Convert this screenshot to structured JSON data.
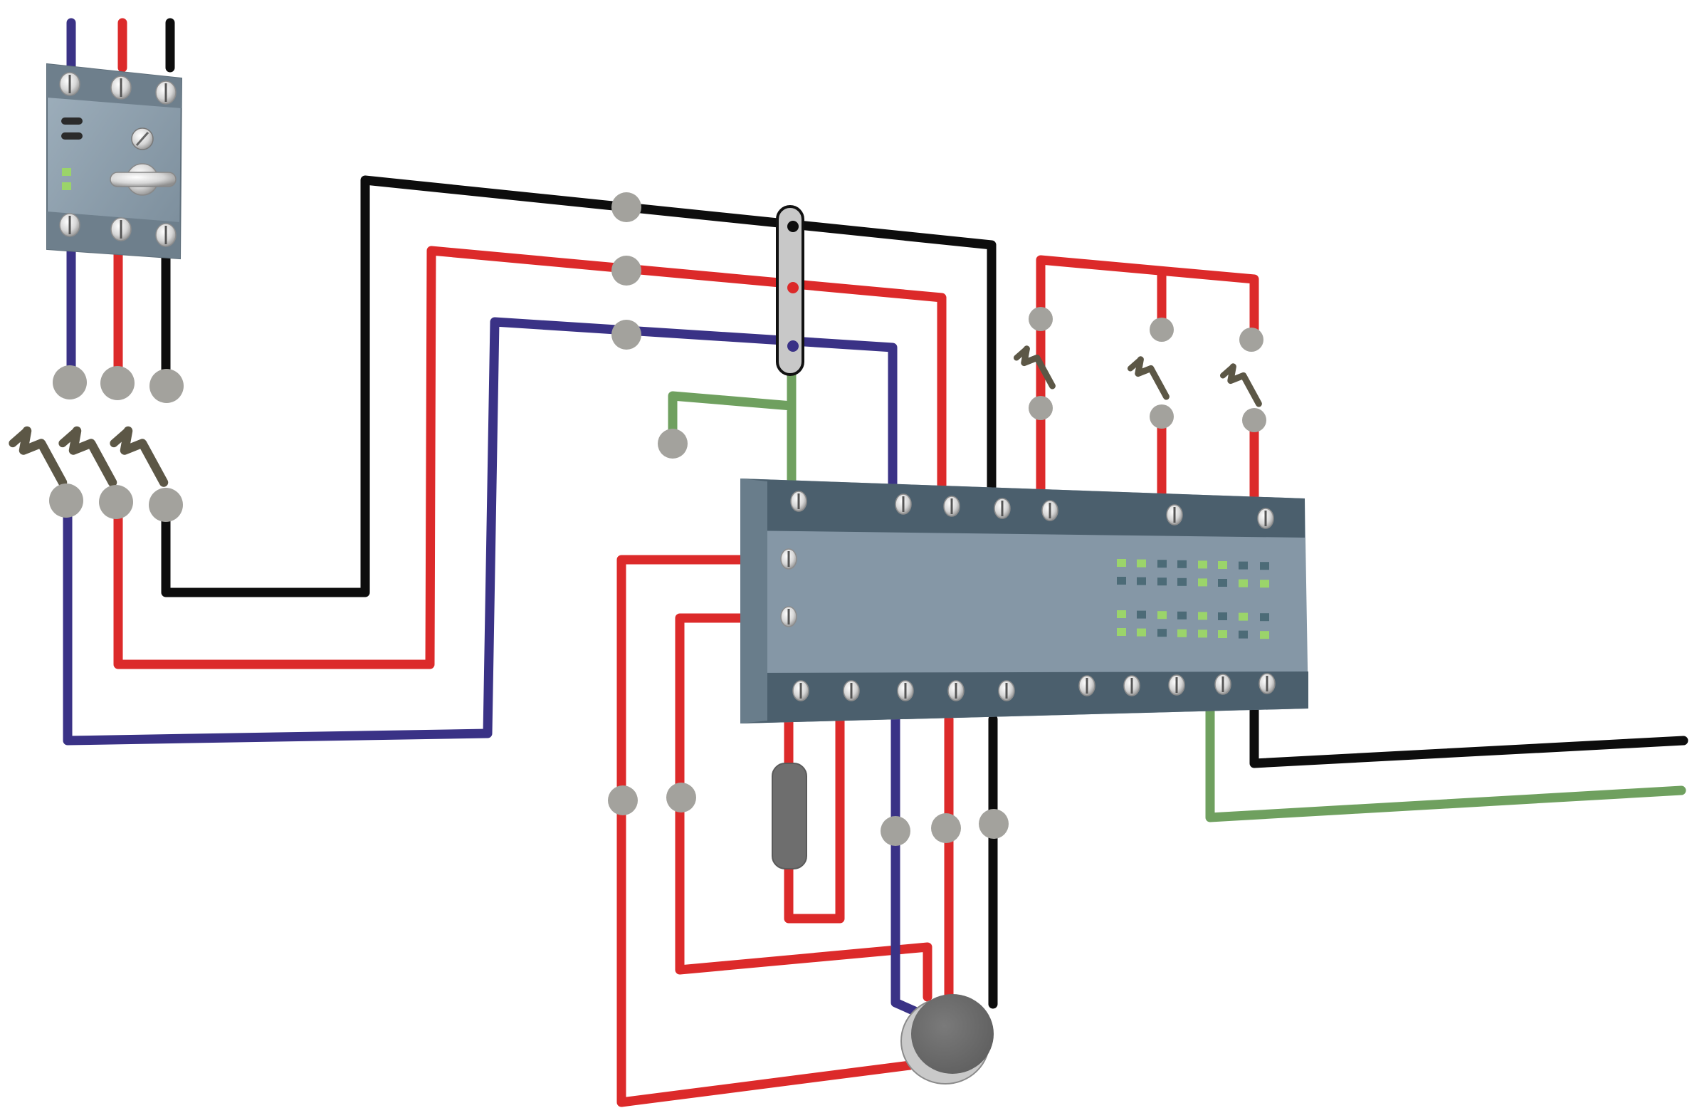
{
  "diagram": {
    "subject": "wiring-schematic",
    "labels": []
  },
  "colors": {
    "background": "#ffffff",
    "wire_black": "#0d0d0d",
    "wire_red": "#dc2a2a",
    "wire_blue": "#3a3286",
    "wire_green": "#6fa05f",
    "terminal_gray": "#a3a29d",
    "device_body": "#8597a6",
    "device_dark": "#4b5f6d",
    "led_green": "#9bd46a",
    "led_slate": "#4c6b77",
    "switch_blade": "#5c5746",
    "motor_gray": "#6b6b6b",
    "resistor_gray": "#6e6e6e",
    "bar_gray": "#c8c8c8"
  },
  "components": [
    {
      "name": "circuit-breaker",
      "type": "breaker"
    },
    {
      "name": "main-switches",
      "type": "switch",
      "count": 3
    },
    {
      "name": "bus-bar-connector",
      "type": "connector"
    },
    {
      "name": "controller-module",
      "type": "controller"
    },
    {
      "name": "small-switches",
      "type": "switch",
      "count": 3
    },
    {
      "name": "resistor",
      "type": "resistor"
    },
    {
      "name": "motor",
      "type": "motor"
    }
  ]
}
